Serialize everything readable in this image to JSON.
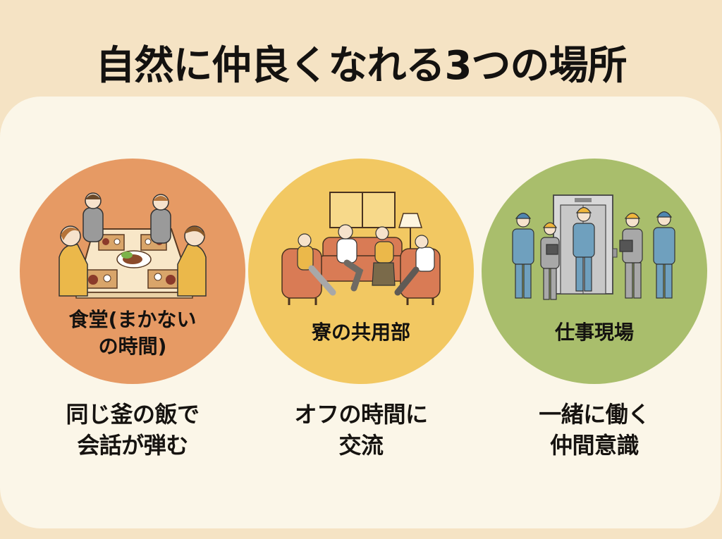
{
  "title": "自然に仲良くなれる3つの場所",
  "colors": {
    "page_background": "#F5E3C4",
    "panel_background": "#FBF6E8",
    "circle_dining": "#E69A64",
    "circle_dorm": "#F2C862",
    "circle_worksite": "#A9BE6C",
    "text": "#141210"
  },
  "places": [
    {
      "id": "dining",
      "label_line1": "食堂(まかない",
      "label_line2": "の時間)",
      "illustration": "people-eating-at-table-illustration",
      "caption_line1": "同じ釜の飯で",
      "caption_line2": "会話が弾む"
    },
    {
      "id": "dorm",
      "label_line1": "寮の共用部",
      "illustration": "people-chatting-on-sofas-illustration",
      "caption_line1": "オフの時間に",
      "caption_line2": "交流"
    },
    {
      "id": "worksite",
      "label_line1": "仕事現場",
      "illustration": "workers-in-hardhats-at-elevator-illustration",
      "caption_line1": "一緒に働く",
      "caption_line2": "仲間意識"
    }
  ]
}
